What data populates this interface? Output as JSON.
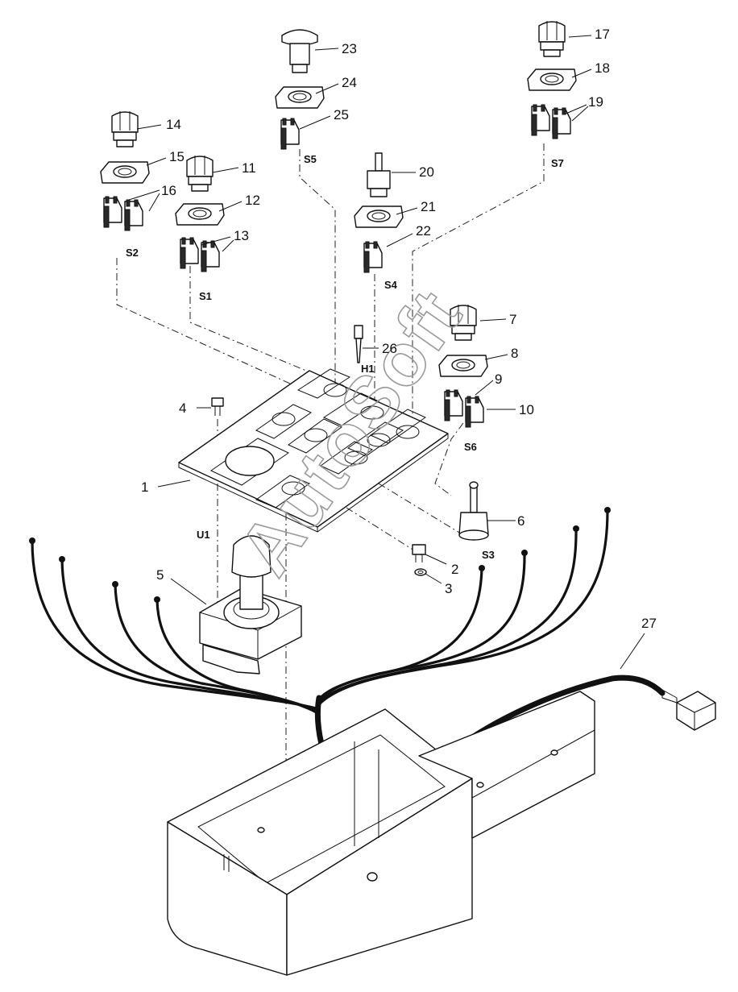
{
  "watermark": "AutoSoft",
  "callouts": [
    {
      "id": "c1",
      "text": "1"
    },
    {
      "id": "c2",
      "text": "2"
    },
    {
      "id": "c3",
      "text": "3"
    },
    {
      "id": "c4",
      "text": "4"
    },
    {
      "id": "c5",
      "text": "5"
    },
    {
      "id": "c6",
      "text": "6"
    },
    {
      "id": "c7",
      "text": "7"
    },
    {
      "id": "c8",
      "text": "8"
    },
    {
      "id": "c9",
      "text": "9"
    },
    {
      "id": "c10",
      "text": "10"
    },
    {
      "id": "c11",
      "text": "11"
    },
    {
      "id": "c12",
      "text": "12"
    },
    {
      "id": "c13",
      "text": "13"
    },
    {
      "id": "c14",
      "text": "14"
    },
    {
      "id": "c15",
      "text": "15"
    },
    {
      "id": "c16",
      "text": "16"
    },
    {
      "id": "c17",
      "text": "17"
    },
    {
      "id": "c18",
      "text": "18"
    },
    {
      "id": "c19",
      "text": "19"
    },
    {
      "id": "c20",
      "text": "20"
    },
    {
      "id": "c21",
      "text": "21"
    },
    {
      "id": "c22",
      "text": "22"
    },
    {
      "id": "c23",
      "text": "23"
    },
    {
      "id": "c24",
      "text": "24"
    },
    {
      "id": "c25",
      "text": "25"
    },
    {
      "id": "c26",
      "text": "26"
    },
    {
      "id": "c27",
      "text": "27"
    }
  ],
  "references": [
    {
      "id": "S1",
      "text": "S1"
    },
    {
      "id": "S2",
      "text": "S2"
    },
    {
      "id": "S3",
      "text": "S3"
    },
    {
      "id": "S4",
      "text": "S4"
    },
    {
      "id": "S5",
      "text": "S5"
    },
    {
      "id": "S6",
      "text": "S6"
    },
    {
      "id": "S7",
      "text": "S7"
    },
    {
      "id": "H1",
      "text": "H1"
    },
    {
      "id": "U1",
      "text": "U1"
    }
  ]
}
